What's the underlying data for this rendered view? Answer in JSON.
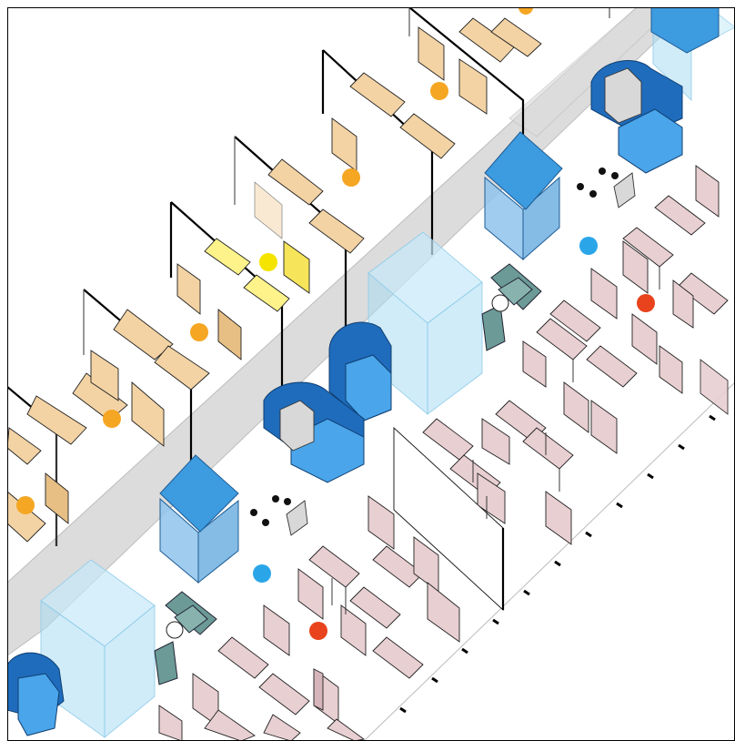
{
  "diagram": {
    "colors": {
      "wood": "#f3d3a4",
      "lemon": "#fdf38a",
      "pink": "#e8cfd2",
      "pod_blue": "#3d9be0",
      "navy": "#1f6cbc",
      "glass_room": "#a9dcf4",
      "sofa": "#6b9a97",
      "corridor": "#dcdcdc",
      "marker_orange": "#f5a623",
      "marker_yellow": "#f4e400",
      "marker_blue": "#2aa6e8",
      "marker_red": "#e8431c"
    },
    "markers": [
      {
        "id": "marker-orange-1",
        "color": "orange"
      },
      {
        "id": "marker-orange-2",
        "color": "orange"
      },
      {
        "id": "marker-orange-3",
        "color": "orange"
      },
      {
        "id": "marker-orange-4",
        "color": "orange"
      },
      {
        "id": "marker-orange-5",
        "color": "orange"
      },
      {
        "id": "marker-orange-6",
        "color": "orange"
      },
      {
        "id": "marker-yellow-1",
        "color": "yellow"
      },
      {
        "id": "marker-blue-1",
        "color": "blue"
      },
      {
        "id": "marker-blue-2",
        "color": "blue"
      },
      {
        "id": "marker-red-1",
        "color": "red"
      },
      {
        "id": "marker-red-2",
        "color": "red"
      }
    ]
  }
}
